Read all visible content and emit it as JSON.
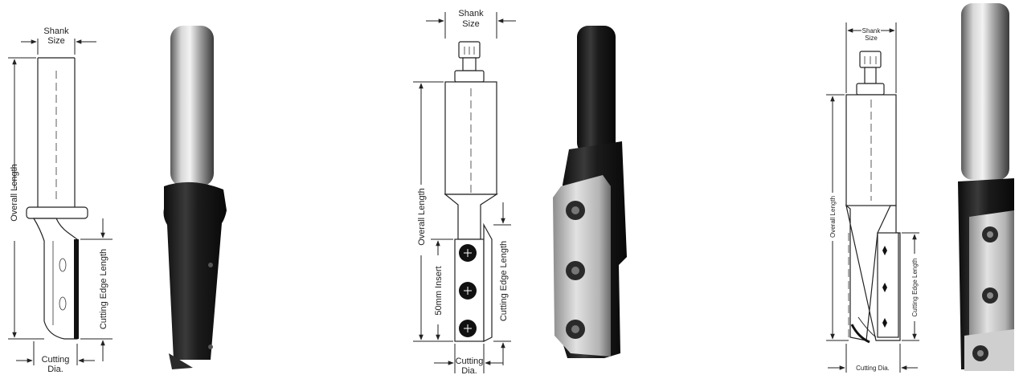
{
  "tool1": {
    "shank_label_1": "Shank",
    "shank_label_2": "Size",
    "overall_length": "Overall Length",
    "cutting_edge_length": "Cutting Edge Length",
    "cutting_label_1": "Cutting",
    "cutting_label_2": "Dia."
  },
  "tool2": {
    "shank_label_1": "Shank",
    "shank_label_2": "Size",
    "overall_length": "Overall Length",
    "insert_label": "50mm Insert",
    "cutting_edge_length": "Cutting Edge Length",
    "cutting_label_1": "Cutting",
    "cutting_label_2": "Dia."
  },
  "tool3": {
    "shank_label_1": "Shank",
    "shank_label_2": "Size",
    "overall_length": "Overall Length",
    "cutting_edge_length": "Cutting Edge Length",
    "cutting_label": "Cutting Dia."
  },
  "colors": {
    "steel_dark": "#1c1c1c",
    "steel_light": "#c9c9c9",
    "line": "#222222"
  }
}
